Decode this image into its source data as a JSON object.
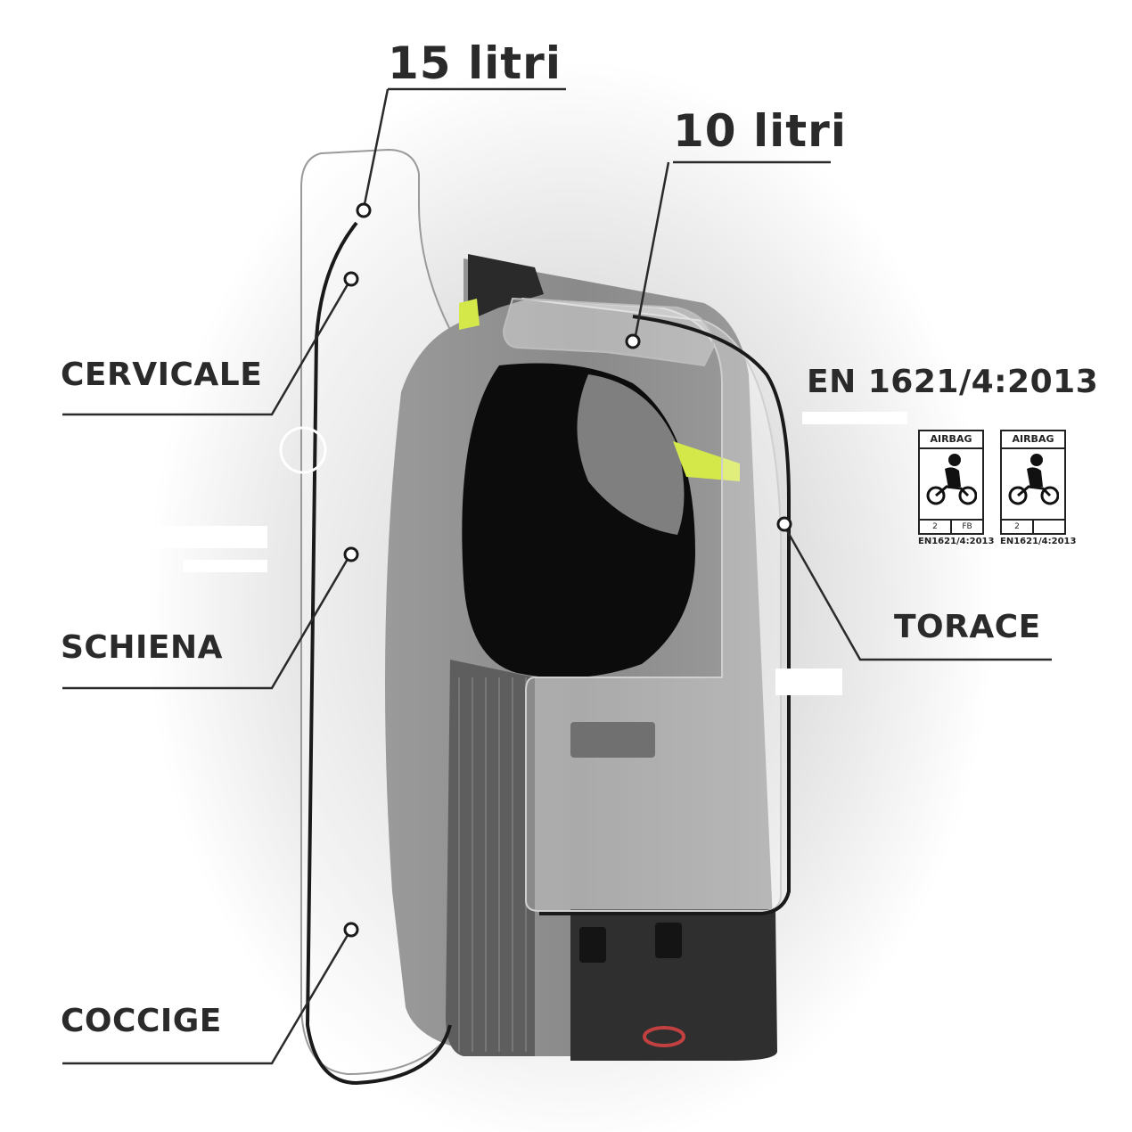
{
  "volumes": {
    "back": "15 litri",
    "front": "10 litri"
  },
  "zones": {
    "cervical": "CERVICALE",
    "back": "SCHIENA",
    "coccyx": "COCCIGE",
    "chest": "TORACE"
  },
  "certification": {
    "standard": "EN 1621/4:2013",
    "badges": [
      {
        "header": "AIRBAG",
        "cell_left": "2",
        "cell_right": "FB",
        "caption": "EN1621/4:2013"
      },
      {
        "header": "AIRBAG",
        "cell_left": "2",
        "cell_right": "",
        "caption": "EN1621/4:2013"
      }
    ]
  },
  "colors": {
    "text": "#2a2a2a",
    "line": "#1a1a1a",
    "vest_grey": "#8f8f8f",
    "accent_yellow": "#d4e84a"
  }
}
